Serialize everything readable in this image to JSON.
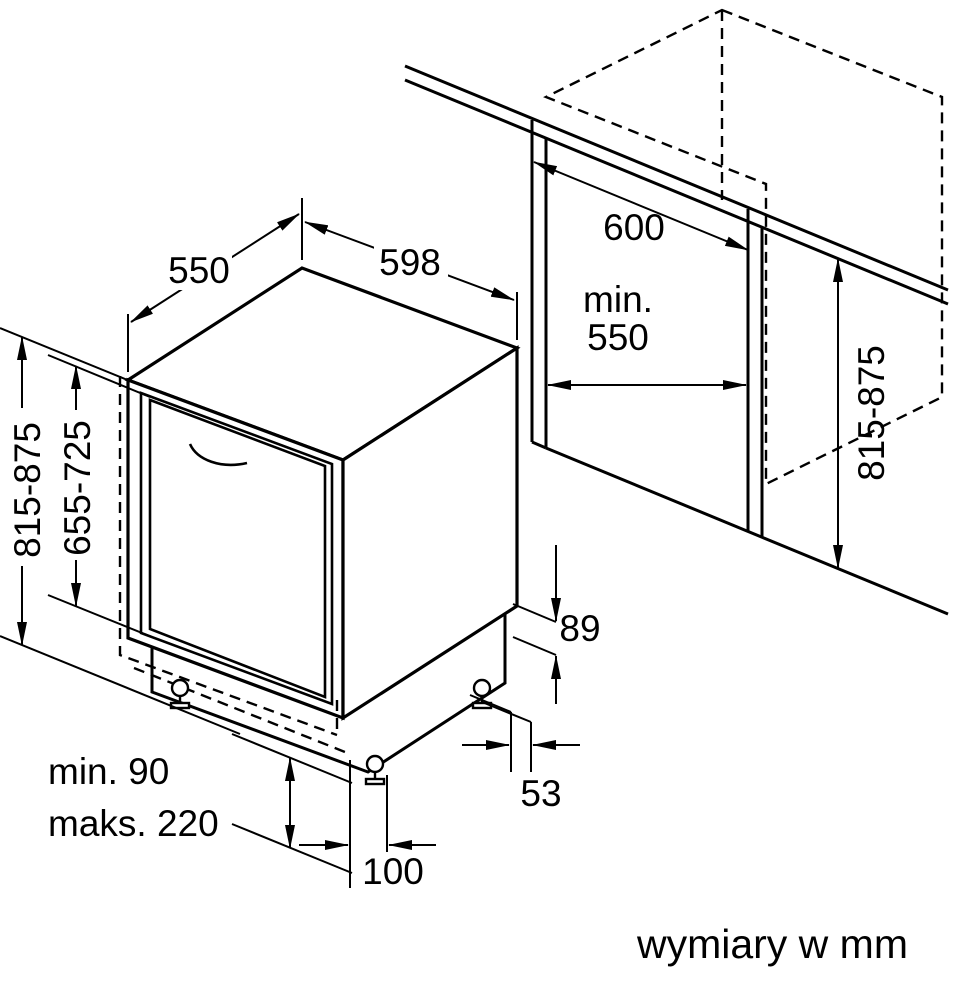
{
  "figure": {
    "kind": "built-in dishwasher installation drawing",
    "units_note": "wymiary w mm",
    "colors": {
      "line": "#000000",
      "background": "#ffffff"
    }
  },
  "dimensions": {
    "appliance_depth": "550",
    "appliance_width": "598",
    "appliance_height_range": "815-875",
    "door_panel_height_range": "655-725",
    "niche_depth": "600",
    "niche_width_min_prefix": "min.",
    "niche_width_min_value": "550",
    "niche_height_range": "815-875",
    "plinth_height_min": "min. 90",
    "plinth_height_max": "maks. 220",
    "foot_clearance": "100",
    "rear_gap": "89",
    "side_gap": "53"
  }
}
